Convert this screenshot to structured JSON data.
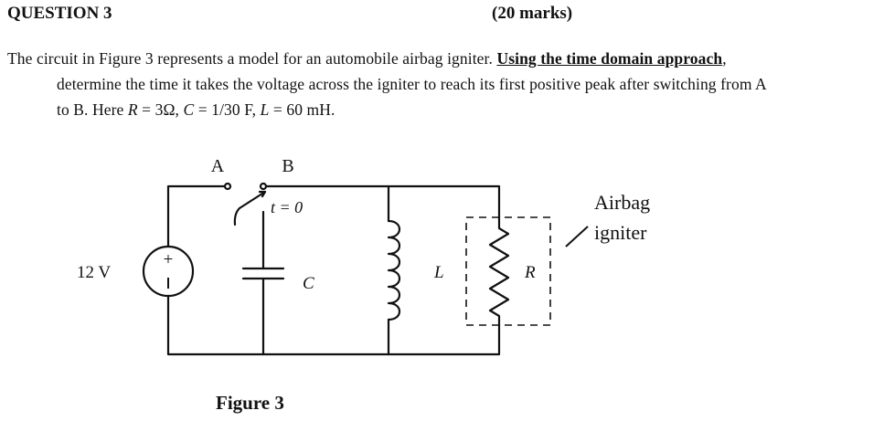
{
  "header": {
    "question": "QUESTION 3",
    "marks": "(20 marks)"
  },
  "problem": {
    "line1_text": "The circuit in Figure 3 represents a model for an automobile airbag igniter. ",
    "line1_emphasis": "Using the time domain approach",
    "line1_end": ",",
    "line2": "determine the time it takes the voltage across the igniter to reach its first positive peak after switching from A",
    "line3_a": "to B. Here ",
    "line3_R": "R",
    "line3_b": " = 3Ω, ",
    "line3_C": "C",
    "line3_c": " = 1/30 F, ",
    "line3_L": "L",
    "line3_d": " = 60 mH."
  },
  "figure": {
    "label_A": "A",
    "label_B": "B",
    "switch_time": "t = 0",
    "source_voltage": "12 V",
    "source_plus": "+",
    "source_minus": "−",
    "cap_label": "C",
    "ind_label": "L",
    "res_label": "R",
    "airbag_line1": "Airbag",
    "airbag_line2": "igniter",
    "caption": "Figure 3"
  }
}
